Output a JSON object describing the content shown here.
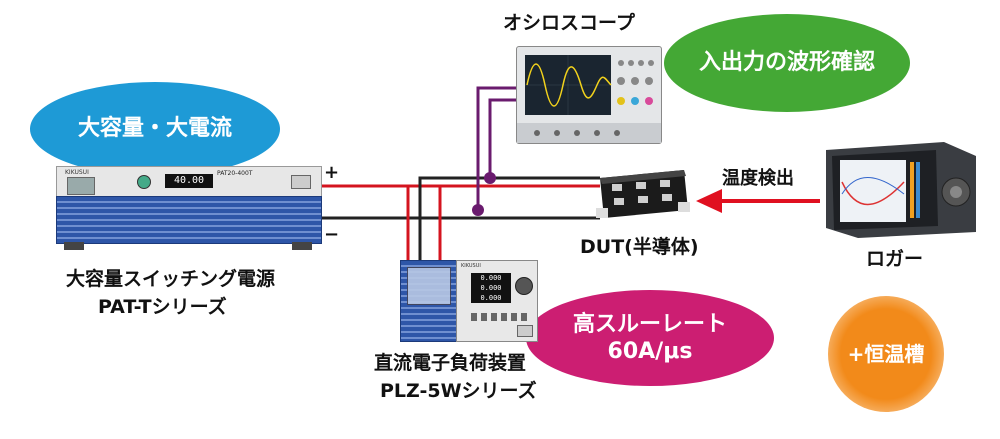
{
  "labels": {
    "oscilloscope": "オシロスコープ",
    "psu_line1": "大容量スイッチング電源",
    "psu_line2": "PAT-Tシリーズ",
    "dut": "DUT(半導体)",
    "logger": "ロガー",
    "temp_detect": "温度検出",
    "load_line1": "直流電子負荷装置",
    "load_line2": "PLZ-5Wシリーズ",
    "plus": "+",
    "minus": "−"
  },
  "bubbles": {
    "capacity": "大容量・大電流",
    "waveform": "入出力の波形確認",
    "slew_line1": "高スルーレート",
    "slew_line2": "60A/μs",
    "chamber": "+恒温槽"
  },
  "device_text": {
    "psu_model": "PAT20-400T",
    "psu_display": "40.00",
    "psu_brand": "KIKUSUI",
    "load_brand": "KIKUSUI",
    "load_readings": [
      "0.000",
      "0.000",
      "0.000"
    ]
  },
  "colors": {
    "wire_red": "#d4141f",
    "wire_black": "#222222",
    "wire_purple": "#6a1b6e",
    "bubble_blue": "#1e9ad6",
    "bubble_green": "#44a835",
    "bubble_magenta": "#cc1e72",
    "bubble_orange": "#f28a1a",
    "arrow_red": "#e01020",
    "psu_blue": "#2e56a8"
  }
}
